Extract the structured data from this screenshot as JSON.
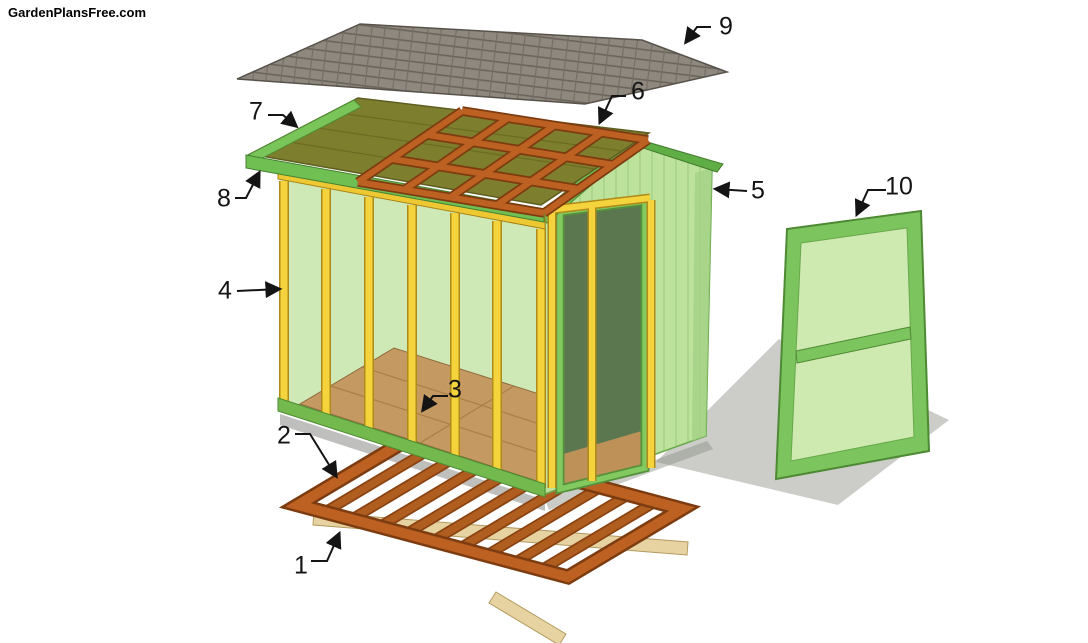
{
  "watermark": "GardenPlansFree.com",
  "callouts": [
    {
      "text": "1"
    },
    {
      "text": "2"
    },
    {
      "text": "3"
    },
    {
      "text": "4"
    },
    {
      "text": "5"
    },
    {
      "text": "6"
    },
    {
      "text": "7"
    },
    {
      "text": "8"
    },
    {
      "text": "9"
    },
    {
      "text": "10"
    }
  ],
  "palette": {
    "siding_green": "#bce29c",
    "trim_green": "#6fbf52",
    "door_green": "#7cc45e",
    "stud_yellow": "#eec832",
    "frame_orange": "#b05e20",
    "plywood_olive": "#7e7f2e",
    "floor_tan": "#c59a62",
    "skid_tan": "#e6d3a1",
    "shingle_gray": "#8e887e",
    "interior_green": "#cfe9b6",
    "shadow_gray": "#c6c6c3"
  }
}
